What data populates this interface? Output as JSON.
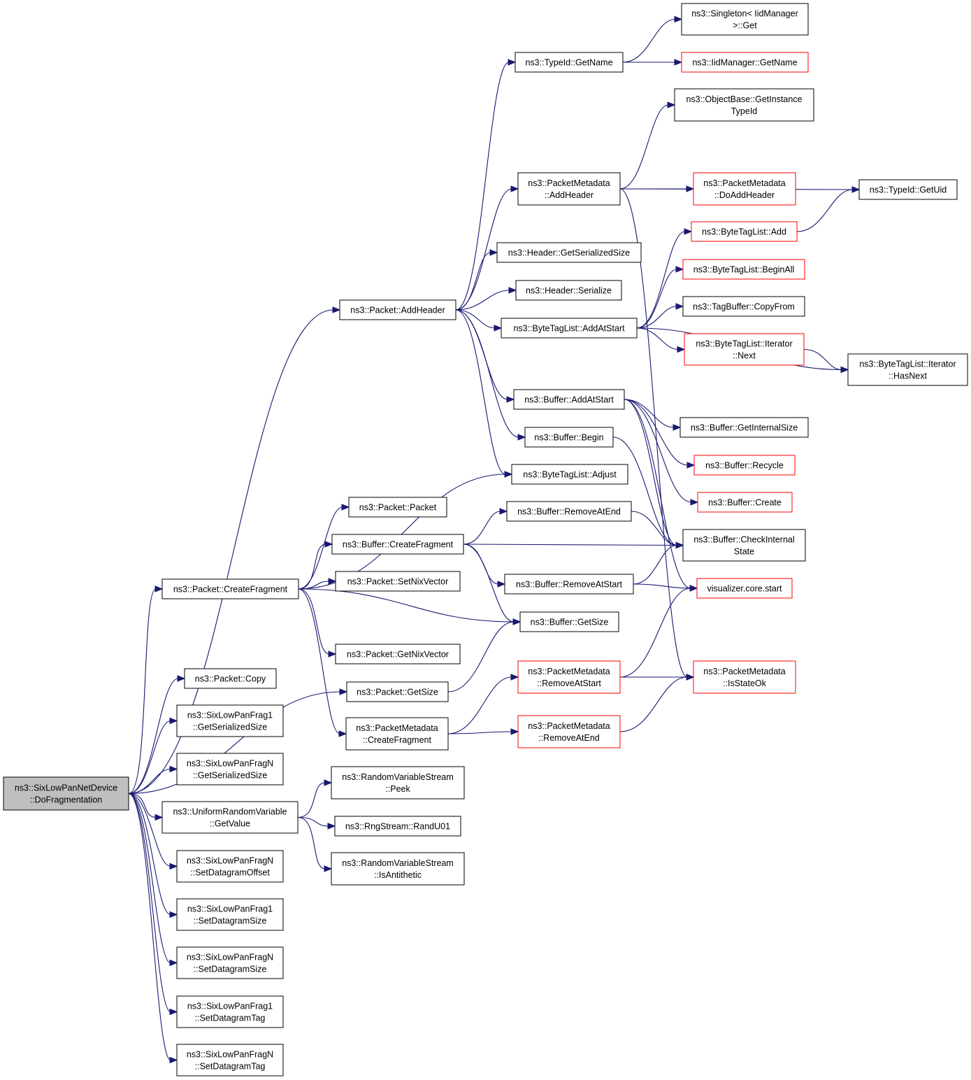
{
  "diagram": {
    "colors": {
      "edge": "#191970",
      "border": "#000000",
      "truncated_border": "#ff0000",
      "root_fill": "#bfbfbf",
      "background": "#ffffff"
    },
    "nodes": [
      {
        "id": "root",
        "lines": [
          "ns3::SixLowPanNetDevice",
          "::DoFragmentation"
        ],
        "root": true
      },
      {
        "id": "pkt_addheader",
        "lines": [
          "ns3::Packet::AddHeader"
        ]
      },
      {
        "id": "pkt_createfrag",
        "lines": [
          "ns3::Packet::CreateFragment"
        ]
      },
      {
        "id": "pkt_getsize",
        "lines": [
          "ns3::Packet::GetSize"
        ]
      },
      {
        "id": "pkt_copy",
        "lines": [
          "ns3::Packet::Copy"
        ]
      },
      {
        "id": "f1_getser",
        "lines": [
          "ns3::SixLowPanFrag1",
          "::GetSerializedSize"
        ]
      },
      {
        "id": "fn_getser",
        "lines": [
          "ns3::SixLowPanFragN",
          "::GetSerializedSize"
        ]
      },
      {
        "id": "urv_getvalue",
        "lines": [
          "ns3::UniformRandomVariable",
          "::GetValue"
        ]
      },
      {
        "id": "fn_setoffset",
        "lines": [
          "ns3::SixLowPanFragN",
          "::SetDatagramOffset"
        ]
      },
      {
        "id": "f1_setsize",
        "lines": [
          "ns3::SixLowPanFrag1",
          "::SetDatagramSize"
        ]
      },
      {
        "id": "fn_setsize",
        "lines": [
          "ns3::SixLowPanFragN",
          "::SetDatagramSize"
        ]
      },
      {
        "id": "f1_settag",
        "lines": [
          "ns3::SixLowPanFrag1",
          "::SetDatagramTag"
        ]
      },
      {
        "id": "fn_settag",
        "lines": [
          "ns3::SixLowPanFragN",
          "::SetDatagramTag"
        ]
      },
      {
        "id": "typeid_getname",
        "lines": [
          "ns3::TypeId::GetName"
        ]
      },
      {
        "id": "pm_addheader",
        "lines": [
          "ns3::PacketMetadata",
          "::AddHeader"
        ]
      },
      {
        "id": "hdr_getser",
        "lines": [
          "ns3::Header::GetSerializedSize"
        ]
      },
      {
        "id": "hdr_serialize",
        "lines": [
          "ns3::Header::Serialize"
        ]
      },
      {
        "id": "btl_addatstart",
        "lines": [
          "ns3::ByteTagList::AddAtStart"
        ]
      },
      {
        "id": "buf_addatstart",
        "lines": [
          "ns3::Buffer::AddAtStart"
        ]
      },
      {
        "id": "buf_begin",
        "lines": [
          "ns3::Buffer::Begin"
        ]
      },
      {
        "id": "btl_adjust",
        "lines": [
          "ns3::ByteTagList::Adjust"
        ]
      },
      {
        "id": "pkt_packet",
        "lines": [
          "ns3::Packet::Packet"
        ]
      },
      {
        "id": "buf_createfrag",
        "lines": [
          "ns3::Buffer::CreateFragment"
        ]
      },
      {
        "id": "pkt_setnix",
        "lines": [
          "ns3::Packet::SetNixVector"
        ]
      },
      {
        "id": "pkt_getnix",
        "lines": [
          "ns3::Packet::GetNixVector"
        ]
      },
      {
        "id": "pm_createfrag",
        "lines": [
          "ns3::PacketMetadata",
          "::CreateFragment"
        ]
      },
      {
        "id": "rvs_peek",
        "lines": [
          "ns3::RandomVariableStream",
          "::Peek"
        ]
      },
      {
        "id": "rng_randu01",
        "lines": [
          "ns3::RngStream::RandU01"
        ]
      },
      {
        "id": "rvs_isanti",
        "lines": [
          "ns3::RandomVariableStream",
          "::IsAntithetic"
        ]
      },
      {
        "id": "buf_removeatend",
        "lines": [
          "ns3::Buffer::RemoveAtEnd"
        ]
      },
      {
        "id": "buf_removeatstart",
        "lines": [
          "ns3::Buffer::RemoveAtStart"
        ]
      },
      {
        "id": "buf_getsize",
        "lines": [
          "ns3::Buffer::GetSize"
        ]
      },
      {
        "id": "pm_removeatstart",
        "lines": [
          "ns3::PacketMetadata",
          "::RemoveAtStart"
        ],
        "truncated": true
      },
      {
        "id": "pm_removeatend",
        "lines": [
          "ns3::PacketMetadata",
          "::RemoveAtEnd"
        ],
        "truncated": true
      },
      {
        "id": "singleton_get",
        "lines": [
          "ns3::Singleton< IidManager",
          ">::Get"
        ]
      },
      {
        "id": "iid_getname",
        "lines": [
          "ns3::IidManager::GetName"
        ],
        "truncated": true
      },
      {
        "id": "ob_getinst",
        "lines": [
          "ns3::ObjectBase::GetInstance",
          "TypeId"
        ]
      },
      {
        "id": "pm_doaddheader",
        "lines": [
          "ns3::PacketMetadata",
          "::DoAddHeader"
        ],
        "truncated": true
      },
      {
        "id": "btl_add",
        "lines": [
          "ns3::ByteTagList::Add"
        ],
        "truncated": true
      },
      {
        "id": "btl_beginall",
        "lines": [
          "ns3::ByteTagList::BeginAll"
        ],
        "truncated": true
      },
      {
        "id": "tb_copyfrom",
        "lines": [
          "ns3::TagBuffer::CopyFrom"
        ]
      },
      {
        "id": "btli_next",
        "lines": [
          "ns3::ByteTagList::Iterator",
          "::Next"
        ],
        "truncated": true
      },
      {
        "id": "buf_getinternal",
        "lines": [
          "ns3::Buffer::GetInternalSize"
        ]
      },
      {
        "id": "buf_recycle",
        "lines": [
          "ns3::Buffer::Recycle"
        ],
        "truncated": true
      },
      {
        "id": "buf_create",
        "lines": [
          "ns3::Buffer::Create"
        ],
        "truncated": true
      },
      {
        "id": "buf_checkinternal",
        "lines": [
          "ns3::Buffer::CheckInternal",
          "State"
        ]
      },
      {
        "id": "vis_start",
        "lines": [
          "visualizer.core.start"
        ],
        "truncated": true
      },
      {
        "id": "pm_isstateok",
        "lines": [
          "ns3::PacketMetadata",
          "::IsStateOk"
        ],
        "truncated": true
      },
      {
        "id": "typeid_getuid",
        "lines": [
          "ns3::TypeId::GetUid"
        ]
      },
      {
        "id": "btli_hasnext",
        "lines": [
          "ns3::ByteTagList::Iterator",
          "::HasNext"
        ]
      }
    ],
    "edges": [
      [
        "root",
        "pkt_addheader"
      ],
      [
        "root",
        "pkt_createfrag"
      ],
      [
        "root",
        "pkt_getsize"
      ],
      [
        "root",
        "pkt_copy"
      ],
      [
        "root",
        "f1_getser"
      ],
      [
        "root",
        "fn_getser"
      ],
      [
        "root",
        "urv_getvalue"
      ],
      [
        "root",
        "fn_setoffset"
      ],
      [
        "root",
        "f1_setsize"
      ],
      [
        "root",
        "fn_setsize"
      ],
      [
        "root",
        "f1_settag"
      ],
      [
        "root",
        "fn_settag"
      ],
      [
        "pkt_addheader",
        "typeid_getname"
      ],
      [
        "pkt_addheader",
        "pm_addheader"
      ],
      [
        "pkt_addheader",
        "hdr_getser"
      ],
      [
        "pkt_addheader",
        "hdr_serialize"
      ],
      [
        "pkt_addheader",
        "btl_addatstart"
      ],
      [
        "pkt_addheader",
        "buf_addatstart"
      ],
      [
        "pkt_addheader",
        "buf_begin"
      ],
      [
        "pkt_addheader",
        "btl_adjust"
      ],
      [
        "pkt_createfrag",
        "btl_adjust"
      ],
      [
        "pkt_createfrag",
        "pkt_packet"
      ],
      [
        "pkt_createfrag",
        "buf_createfrag"
      ],
      [
        "pkt_createfrag",
        "pkt_setnix"
      ],
      [
        "pkt_createfrag",
        "buf_getsize"
      ],
      [
        "pkt_createfrag",
        "pkt_getnix"
      ],
      [
        "pkt_createfrag",
        "pm_createfrag"
      ],
      [
        "pkt_getsize",
        "buf_getsize"
      ],
      [
        "urv_getvalue",
        "rvs_peek"
      ],
      [
        "urv_getvalue",
        "rng_randu01"
      ],
      [
        "urv_getvalue",
        "rvs_isanti"
      ],
      [
        "typeid_getname",
        "singleton_get"
      ],
      [
        "typeid_getname",
        "iid_getname"
      ],
      [
        "pm_addheader",
        "ob_getinst"
      ],
      [
        "pm_addheader",
        "typeid_getuid"
      ],
      [
        "pm_addheader",
        "pm_doaddheader"
      ],
      [
        "pm_addheader",
        "pm_isstateok"
      ],
      [
        "btl_addatstart",
        "btl_add"
      ],
      [
        "btl_addatstart",
        "btl_beginall"
      ],
      [
        "btl_addatstart",
        "tb_copyfrom"
      ],
      [
        "btl_addatstart",
        "btli_next"
      ],
      [
        "btl_addatstart",
        "btli_hasnext"
      ],
      [
        "btl_add",
        "typeid_getuid"
      ],
      [
        "btli_next",
        "btli_hasnext"
      ],
      [
        "buf_addatstart",
        "buf_getinternal"
      ],
      [
        "buf_addatstart",
        "buf_recycle"
      ],
      [
        "buf_addatstart",
        "buf_create"
      ],
      [
        "buf_addatstart",
        "buf_checkinternal"
      ],
      [
        "buf_addatstart",
        "vis_start"
      ],
      [
        "buf_begin",
        "buf_checkinternal"
      ],
      [
        "buf_createfrag",
        "buf_removeatend"
      ],
      [
        "buf_createfrag",
        "buf_checkinternal"
      ],
      [
        "buf_createfrag",
        "buf_removeatstart"
      ],
      [
        "buf_createfrag",
        "buf_getsize"
      ],
      [
        "buf_removeatend",
        "buf_checkinternal"
      ],
      [
        "buf_removeatstart",
        "buf_checkinternal"
      ],
      [
        "buf_removeatstart",
        "vis_start"
      ],
      [
        "pm_createfrag",
        "pm_removeatstart"
      ],
      [
        "pm_createfrag",
        "pm_removeatend"
      ],
      [
        "pm_removeatstart",
        "vis_start"
      ],
      [
        "pm_removeatstart",
        "pm_isstateok"
      ],
      [
        "pm_removeatend",
        "pm_isstateok"
      ]
    ]
  }
}
